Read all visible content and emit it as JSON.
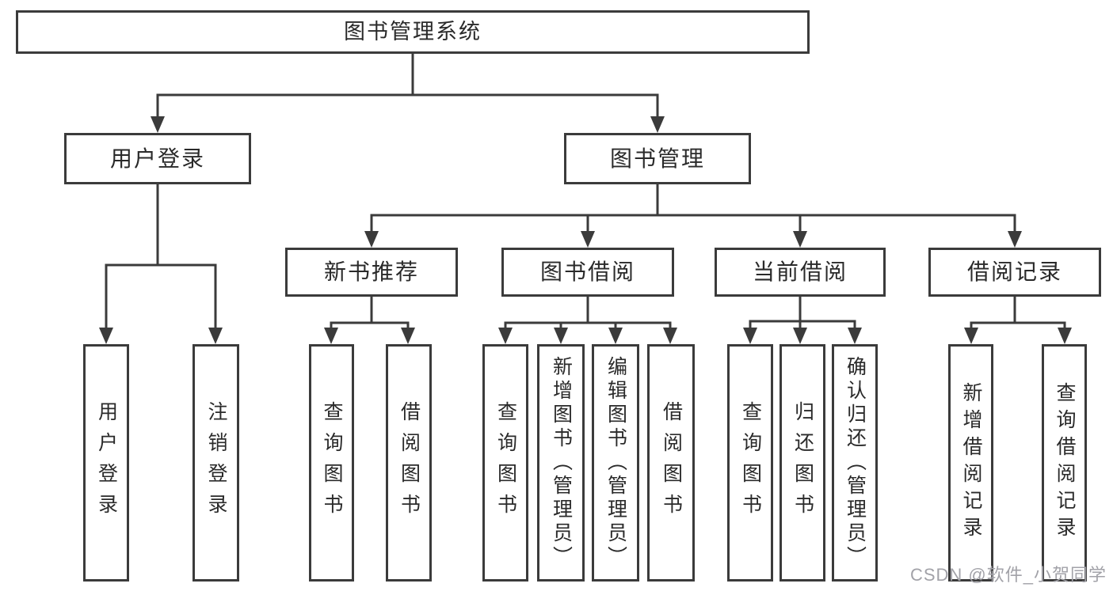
{
  "hierarchy": {
    "label": "图书管理系统",
    "children": [
      {
        "label": "用户登录",
        "children": [
          {
            "label": "用户登录"
          },
          {
            "label": "注销登录"
          }
        ]
      },
      {
        "label": "图书管理",
        "children": [
          {
            "label": "新书推荐",
            "children": [
              {
                "label": "查询图书"
              },
              {
                "label": "借阅图书"
              }
            ]
          },
          {
            "label": "图书借阅",
            "children": [
              {
                "label": "查询图书"
              },
              {
                "label": "新增图书（管理员）"
              },
              {
                "label": "编辑图书（管理员）"
              },
              {
                "label": "借阅图书"
              }
            ]
          },
          {
            "label": "当前借阅",
            "children": [
              {
                "label": "查询图书"
              },
              {
                "label": "归还图书"
              },
              {
                "label": "确认归还（管理员）"
              }
            ]
          },
          {
            "label": "借阅记录",
            "children": [
              {
                "label": "新增借阅记录"
              },
              {
                "label": "查询借阅记录"
              }
            ]
          }
        ]
      }
    ]
  },
  "watermark": {
    "label": "CSDN @软件_小贺同学"
  },
  "colors": {
    "line": "#3b3b3b",
    "text": "#2a2a2a",
    "watermark": "#a2a2a8",
    "background": "#ffffff"
  }
}
